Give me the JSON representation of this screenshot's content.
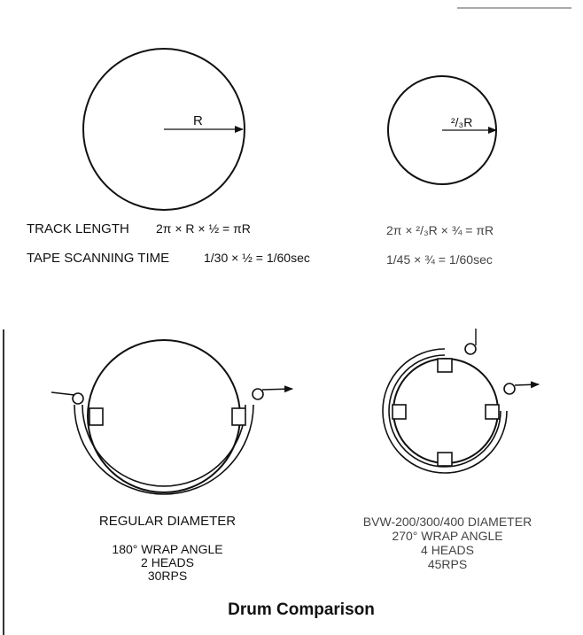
{
  "colors": {
    "ink": "#111111",
    "soft_ink": "#444444",
    "background": "#ffffff"
  },
  "left_top": {
    "radius_label": "R",
    "track_length_label": "TRACK LENGTH",
    "track_length_formula": "2π × R × ½ = πR",
    "scan_time_label": "TAPE SCANNING TIME",
    "scan_time_formula": "1/30 × ½ = 1/60sec"
  },
  "right_top": {
    "radius_label": "²/₃R",
    "track_length_formula": "2π × ²/₃R × ¾ = πR",
    "scan_time_formula": "1/45 × ¾ = 1/60sec"
  },
  "left_bottom": {
    "name": "REGULAR DIAMETER",
    "wrap_angle": "180° WRAP ANGLE",
    "heads": "2 HEADS",
    "speed": "30RPS"
  },
  "right_bottom": {
    "name": "BVW-200/300/400 DIAMETER",
    "wrap_angle": "270° WRAP ANGLE",
    "heads": "4 HEADS",
    "speed": "45RPS"
  },
  "caption": "Drum Comparison"
}
